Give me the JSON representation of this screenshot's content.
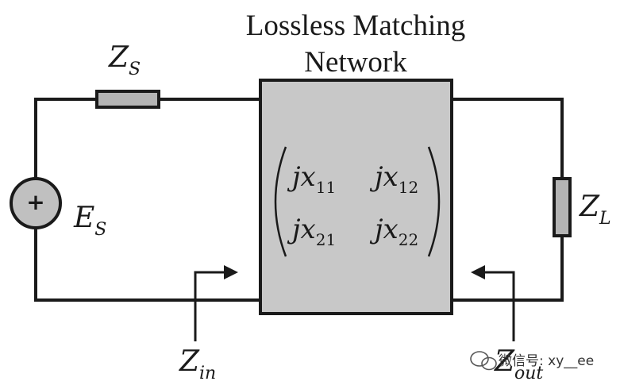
{
  "network": {
    "title_line1": "Lossless Matching",
    "title_line2": "Network",
    "matrix": [
      [
        {
          "base": "jx",
          "sub": "11"
        },
        {
          "base": "jx",
          "sub": "12"
        }
      ],
      [
        {
          "base": "jx",
          "sub": "21"
        },
        {
          "base": "jx",
          "sub": "22"
        }
      ]
    ]
  },
  "source": {
    "impedance_base": "Z",
    "impedance_sub": "S",
    "voltage_base": "E",
    "voltage_sub": "S",
    "polarity_symbol": "+"
  },
  "load": {
    "impedance_base": "Z",
    "impedance_sub": "L"
  },
  "ports": {
    "input_base": "Z",
    "input_sub": "in",
    "output_base": "Z",
    "output_sub": "out"
  },
  "watermark": {
    "text": "微信号: xy__ee"
  },
  "colors": {
    "line": "#1a1a1a",
    "network_fill": "#c8c8c8",
    "resistor_fill": "#b4b4b4",
    "source_fill": "#c0c0c0"
  }
}
